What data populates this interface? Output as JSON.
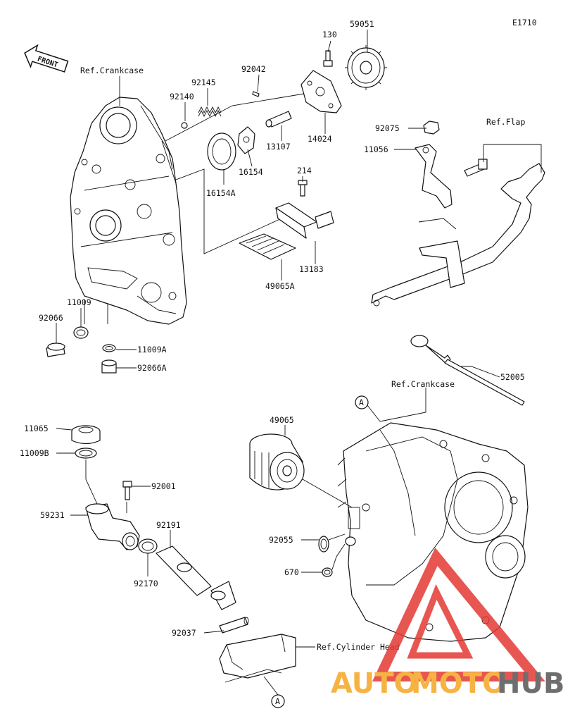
{
  "figure_code": "E1710",
  "front_label": "FRONT",
  "refs": {
    "crankcase_top": "Ref.Crankcase",
    "flap": "Ref.Flap",
    "crankcase_bottom": "Ref.Crankcase",
    "cylinder_head": "Ref.Cylinder Head"
  },
  "parts": {
    "p130": "130",
    "p59051": "59051",
    "p92042": "92042",
    "p92145": "92145",
    "p92140": "92140",
    "p14024": "14024",
    "p13107": "13107",
    "p16154": "16154",
    "p16154A": "16154A",
    "p214": "214",
    "p13183": "13183",
    "p49065A": "49065A",
    "p92075": "92075",
    "p11056": "11056",
    "p11009": "11009",
    "p92066": "92066",
    "p11009A": "11009A",
    "p92066A": "92066A",
    "p52005": "52005",
    "p11065": "11065",
    "p11009B": "11009B",
    "p92001": "92001",
    "p59231": "59231",
    "p92191": "92191",
    "p92170": "92170",
    "p92037": "92037",
    "p49065": "49065",
    "p92055": "92055",
    "p670": "670"
  },
  "callout_a": "A",
  "watermark": {
    "auto": "AUTO",
    "moto": "MOTO",
    "hub": "HUB",
    "color_auto": "#f5a623",
    "color_moto": "#f5a623",
    "color_hub": "#555555",
    "triangle_color": "#e53935"
  }
}
